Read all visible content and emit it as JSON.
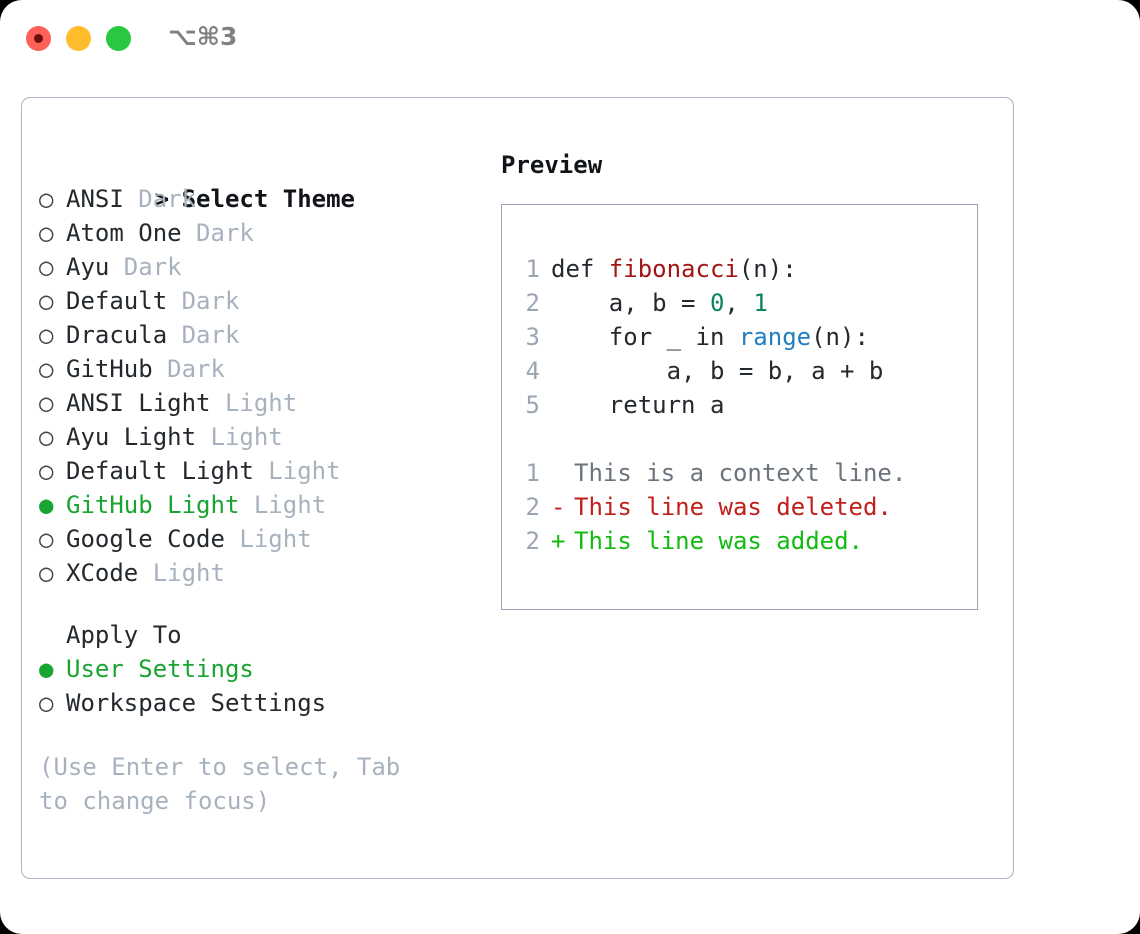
{
  "titlebar": {
    "shortcut": "⌥⌘3",
    "lights": [
      {
        "name": "close",
        "color": "#ff6057"
      },
      {
        "name": "minimize",
        "color": "#ffbd2e"
      },
      {
        "name": "maximize",
        "color": "#28c840"
      }
    ]
  },
  "theme_picker": {
    "header_marker": ">",
    "header_label": "Select Theme",
    "marker_selected": "●",
    "marker_unselected": "○",
    "items": [
      {
        "name": "ANSI",
        "tag": "Dark",
        "selected": false
      },
      {
        "name": "Atom One",
        "tag": "Dark",
        "selected": false
      },
      {
        "name": "Ayu",
        "tag": "Dark",
        "selected": false
      },
      {
        "name": "Default",
        "tag": "Dark",
        "selected": false
      },
      {
        "name": "Dracula",
        "tag": "Dark",
        "selected": false
      },
      {
        "name": "GitHub",
        "tag": "Dark",
        "selected": false
      },
      {
        "name": "ANSI Light",
        "tag": "Light",
        "selected": false
      },
      {
        "name": "Ayu Light",
        "tag": "Light",
        "selected": false
      },
      {
        "name": "Default Light",
        "tag": "Light",
        "selected": false
      },
      {
        "name": "GitHub Light",
        "tag": "Light",
        "selected": true
      },
      {
        "name": "Google Code",
        "tag": "Light",
        "selected": false
      },
      {
        "name": "XCode",
        "tag": "Light",
        "selected": false
      }
    ]
  },
  "apply_to": {
    "header_label": "Apply To",
    "items": [
      {
        "name": "User Settings",
        "selected": true
      },
      {
        "name": "Workspace Settings",
        "selected": false
      }
    ]
  },
  "hint": "(Use Enter to select, Tab to change focus)",
  "preview": {
    "title": "Preview",
    "code_lines": [
      {
        "num": "1",
        "segments": [
          {
            "text": "def ",
            "cls": "plain"
          },
          {
            "text": "fibonacci",
            "cls": "tok-fn"
          },
          {
            "text": "(n):",
            "cls": "plain"
          }
        ]
      },
      {
        "num": "2",
        "segments": [
          {
            "text": "    a, b = ",
            "cls": "plain"
          },
          {
            "text": "0",
            "cls": "tok-num"
          },
          {
            "text": ", ",
            "cls": "plain"
          },
          {
            "text": "1",
            "cls": "tok-num"
          }
        ]
      },
      {
        "num": "3",
        "segments": [
          {
            "text": "    for _ in ",
            "cls": "plain"
          },
          {
            "text": "range",
            "cls": "tok-call"
          },
          {
            "text": "(n):",
            "cls": "plain"
          }
        ]
      },
      {
        "num": "4",
        "segments": [
          {
            "text": "        a, b = b, a + b",
            "cls": "plain"
          }
        ]
      },
      {
        "num": "5",
        "segments": [
          {
            "text": "    return a",
            "cls": "plain"
          }
        ]
      }
    ],
    "diff_lines": [
      {
        "num": "1",
        "mark": " ",
        "text": "This is a context line.",
        "cls": "diff-ctx"
      },
      {
        "num": "2",
        "mark": "-",
        "text": "This line was deleted.",
        "cls": "diff-del"
      },
      {
        "num": "2",
        "mark": "+",
        "text": "This line was added.",
        "cls": "diff-add"
      }
    ]
  },
  "colors": {
    "accent_green": "#1aa432",
    "muted": "#a8b2bf",
    "border": "#aab4c2",
    "preview_border": "#97a3b4",
    "fn_red": "#a31515",
    "num_teal": "#098658",
    "call_blue": "#1f7fbf",
    "diff_del": "#c0201b",
    "diff_add": "#11bb11"
  }
}
